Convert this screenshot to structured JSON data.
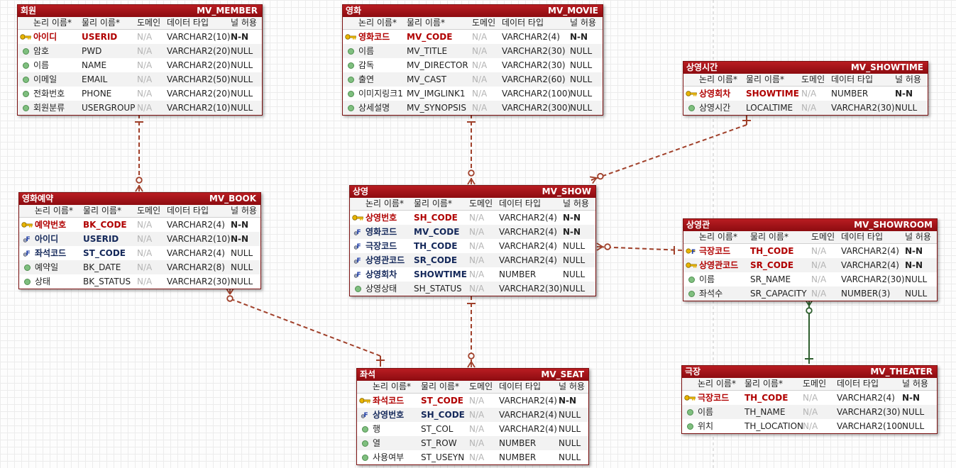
{
  "column_headers": {
    "logical": "논리 이름*",
    "physical": "물리 이름*",
    "domain": "도메인",
    "datatype": "데이터 타입",
    "nullable": "널 허용"
  },
  "colors": {
    "header_top": "#b91d22",
    "header_bottom": "#8c0c10",
    "pk_text": "#b00000",
    "fk_text": "#14285a",
    "relation_red": "#a0402a",
    "relation_green": "#2f5f2f"
  },
  "entities": [
    {
      "id": "member",
      "logical_name": "회원",
      "physical_name": "MV_MEMBER",
      "attributes": [
        {
          "logical": "아이디",
          "physical": "USERID",
          "domain": "N/A",
          "datatype": "VARCHAR2(10)",
          "nullable": "N-N",
          "key": "pk"
        },
        {
          "logical": "암호",
          "physical": "PWD",
          "domain": "N/A",
          "datatype": "VARCHAR2(20)",
          "nullable": "NULL",
          "key": "none"
        },
        {
          "logical": "이름",
          "physical": "NAME",
          "domain": "N/A",
          "datatype": "VARCHAR2(20)",
          "nullable": "NULL",
          "key": "none"
        },
        {
          "logical": "이메일",
          "physical": "EMAIL",
          "domain": "N/A",
          "datatype": "VARCHAR2(50)",
          "nullable": "NULL",
          "key": "none"
        },
        {
          "logical": "전화번호",
          "physical": "PHONE",
          "domain": "N/A",
          "datatype": "VARCHAR2(20)",
          "nullable": "NULL",
          "key": "none"
        },
        {
          "logical": "회원분류",
          "physical": "USERGROUP",
          "domain": "N/A",
          "datatype": "VARCHAR2(10)",
          "nullable": "NULL",
          "key": "none"
        }
      ]
    },
    {
      "id": "movie",
      "logical_name": "영화",
      "physical_name": "MV_MOVIE",
      "attributes": [
        {
          "logical": "영화코드",
          "physical": "MV_CODE",
          "domain": "N/A",
          "datatype": "VARCHAR2(4)",
          "nullable": "N-N",
          "key": "pk"
        },
        {
          "logical": "이름",
          "physical": "MV_TITLE",
          "domain": "N/A",
          "datatype": "VARCHAR2(30)",
          "nullable": "NULL",
          "key": "none"
        },
        {
          "logical": "감독",
          "physical": "MV_DIRECTOR",
          "domain": "N/A",
          "datatype": "VARCHAR2(30)",
          "nullable": "NULL",
          "key": "none"
        },
        {
          "logical": "출연",
          "physical": "MV_CAST",
          "domain": "N/A",
          "datatype": "VARCHAR2(60)",
          "nullable": "NULL",
          "key": "none"
        },
        {
          "logical": "이미지링크1",
          "physical": "MV_IMGLINK1",
          "domain": "N/A",
          "datatype": "VARCHAR2(100)",
          "nullable": "NULL",
          "key": "none"
        },
        {
          "logical": "상세설명",
          "physical": "MV_SYNOPSIS",
          "domain": "N/A",
          "datatype": "VARCHAR2(300)",
          "nullable": "NULL",
          "key": "none"
        }
      ]
    },
    {
      "id": "showtime",
      "logical_name": "상영시간",
      "physical_name": "MV_SHOWTIME",
      "attributes": [
        {
          "logical": "상영회차",
          "physical": "SHOWTIME",
          "domain": "N/A",
          "datatype": "NUMBER",
          "nullable": "N-N",
          "key": "pk"
        },
        {
          "logical": "상영시간",
          "physical": "LOCALTIME",
          "domain": "N/A",
          "datatype": "VARCHAR2(30)",
          "nullable": "NULL",
          "key": "none"
        }
      ]
    },
    {
      "id": "book",
      "logical_name": "영화예약",
      "physical_name": "MV_BOOK",
      "attributes": [
        {
          "logical": "예약번호",
          "physical": "BK_CODE",
          "domain": "N/A",
          "datatype": "VARCHAR2(4)",
          "nullable": "N-N",
          "key": "pk"
        },
        {
          "logical": "아이디",
          "physical": "USERID",
          "domain": "N/A",
          "datatype": "VARCHAR2(10)",
          "nullable": "N-N",
          "key": "fk"
        },
        {
          "logical": "좌석코드",
          "physical": "ST_CODE",
          "domain": "N/A",
          "datatype": "VARCHAR2(4)",
          "nullable": "NULL",
          "key": "fk"
        },
        {
          "logical": "예약일",
          "physical": "BK_DATE",
          "domain": "N/A",
          "datatype": "VARCHAR2(8)",
          "nullable": "NULL",
          "key": "none"
        },
        {
          "logical": "상태",
          "physical": "BK_STATUS",
          "domain": "N/A",
          "datatype": "VARCHAR2(30)",
          "nullable": "NULL",
          "key": "none"
        }
      ]
    },
    {
      "id": "show",
      "logical_name": "상영",
      "physical_name": "MV_SHOW",
      "attributes": [
        {
          "logical": "상영번호",
          "physical": "SH_CODE",
          "domain": "N/A",
          "datatype": "VARCHAR2(4)",
          "nullable": "N-N",
          "key": "pk"
        },
        {
          "logical": "영화코드",
          "physical": "MV_CODE",
          "domain": "N/A",
          "datatype": "VARCHAR2(4)",
          "nullable": "N-N",
          "key": "fk"
        },
        {
          "logical": "극장코드",
          "physical": "TH_CODE",
          "domain": "N/A",
          "datatype": "VARCHAR2(4)",
          "nullable": "NULL",
          "key": "fk"
        },
        {
          "logical": "상영관코드",
          "physical": "SR_CODE",
          "domain": "N/A",
          "datatype": "VARCHAR2(4)",
          "nullable": "NULL",
          "key": "fk"
        },
        {
          "logical": "상영회차",
          "physical": "SHOWTIME",
          "domain": "N/A",
          "datatype": "NUMBER",
          "nullable": "NULL",
          "key": "fk"
        },
        {
          "logical": "상영상태",
          "physical": "SH_STATUS",
          "domain": "N/A",
          "datatype": "VARCHAR2(30)",
          "nullable": "NULL",
          "key": "none"
        }
      ]
    },
    {
      "id": "showroom",
      "logical_name": "상영관",
      "physical_name": "MV_SHOWROOM",
      "attributes": [
        {
          "logical": "극장코드",
          "physical": "TH_CODE",
          "domain": "N/A",
          "datatype": "VARCHAR2(4)",
          "nullable": "N-N",
          "key": "pkfk"
        },
        {
          "logical": "상영관코드",
          "physical": "SR_CODE",
          "domain": "N/A",
          "datatype": "VARCHAR2(4)",
          "nullable": "N-N",
          "key": "pk"
        },
        {
          "logical": "이름",
          "physical": "SR_NAME",
          "domain": "N/A",
          "datatype": "VARCHAR2(30)",
          "nullable": "NULL",
          "key": "none"
        },
        {
          "logical": "좌석수",
          "physical": "SR_CAPACITY",
          "domain": "N/A",
          "datatype": "NUMBER(3)",
          "nullable": "NULL",
          "key": "none"
        }
      ]
    },
    {
      "id": "seat",
      "logical_name": "좌석",
      "physical_name": "MV_SEAT",
      "attributes": [
        {
          "logical": "좌석코드",
          "physical": "ST_CODE",
          "domain": "N/A",
          "datatype": "VARCHAR2(4)",
          "nullable": "N-N",
          "key": "pk"
        },
        {
          "logical": "상영번호",
          "physical": "SH_CODE",
          "domain": "N/A",
          "datatype": "VARCHAR2(4)",
          "nullable": "NULL",
          "key": "fk"
        },
        {
          "logical": "행",
          "physical": "ST_COL",
          "domain": "N/A",
          "datatype": "VARCHAR2(4)",
          "nullable": "NULL",
          "key": "none"
        },
        {
          "logical": "열",
          "physical": "ST_ROW",
          "domain": "N/A",
          "datatype": "NUMBER",
          "nullable": "NULL",
          "key": "none"
        },
        {
          "logical": "사용여부",
          "physical": "ST_USEYN",
          "domain": "N/A",
          "datatype": "NUMBER",
          "nullable": "NULL",
          "key": "none"
        }
      ]
    },
    {
      "id": "theater",
      "logical_name": "극장",
      "physical_name": "MV_THEATER",
      "attributes": [
        {
          "logical": "극장코드",
          "physical": "TH_CODE",
          "domain": "N/A",
          "datatype": "VARCHAR2(4)",
          "nullable": "N-N",
          "key": "pk"
        },
        {
          "logical": "이름",
          "physical": "TH_NAME",
          "domain": "N/A",
          "datatype": "VARCHAR2(30)",
          "nullable": "NULL",
          "key": "none"
        },
        {
          "logical": "위치",
          "physical": "TH_LOCATION",
          "domain": "N/A",
          "datatype": "VARCHAR2(100)",
          "nullable": "NULL",
          "key": "none"
        }
      ]
    }
  ],
  "relationships": [
    {
      "id": "member-book",
      "from": "MV_MEMBER",
      "to": "MV_BOOK",
      "style": "dashed",
      "color": "relation_red"
    },
    {
      "id": "movie-show",
      "from": "MV_MOVIE",
      "to": "MV_SHOW",
      "style": "dashed",
      "color": "relation_red"
    },
    {
      "id": "showtime-show",
      "from": "MV_SHOWTIME",
      "to": "MV_SHOW",
      "style": "dashed",
      "color": "relation_red"
    },
    {
      "id": "showroom-show",
      "from": "MV_SHOWROOM",
      "to": "MV_SHOW",
      "style": "dashed",
      "color": "relation_red"
    },
    {
      "id": "show-seat",
      "from": "MV_SHOW",
      "to": "MV_SEAT",
      "style": "dashed",
      "color": "relation_red"
    },
    {
      "id": "seat-book",
      "from": "MV_SEAT",
      "to": "MV_BOOK",
      "style": "dashed",
      "color": "relation_red"
    },
    {
      "id": "theater-showroom",
      "from": "MV_THEATER",
      "to": "MV_SHOWROOM",
      "style": "solid",
      "color": "relation_green"
    }
  ]
}
